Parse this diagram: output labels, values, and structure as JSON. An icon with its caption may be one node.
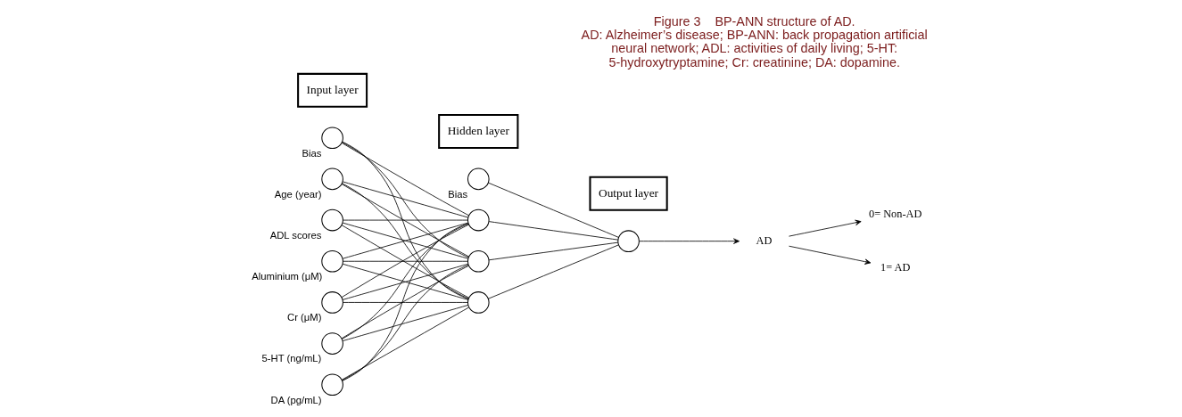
{
  "diagram": {
    "title": "Figure 3    BP-ANN structure of AD.",
    "caption": "AD: Alzheimer’s disease; BP-ANN: back propagation artificial neural network; ADL: activities of daily living; 5-HT: 5-hydroxytryptamine; Cr: creatinine; DA: dopamine.",
    "nodes": [
      {
        "text": [
          "Input layer"
        ]
      },
      {
        "text": [],
        "shape": "circle",
        "beside": [
          "Bias"
        ]
      },
      {
        "text": [],
        "shape": "circle",
        "beside": [
          "Age (year)"
        ]
      },
      {
        "text": [],
        "shape": "circle",
        "beside": [
          "ADL scores"
        ]
      },
      {
        "text": [],
        "shape": "circle",
        "beside": [
          "Aluminium (μM)"
        ]
      },
      {
        "text": [],
        "shape": "circle",
        "beside": [
          "Cr (μM)"
        ]
      },
      {
        "text": [],
        "shape": "circle",
        "beside": [
          "5-HT (ng/mL)"
        ]
      },
      {
        "text": [],
        "shape": "circle",
        "beside": [
          "DA (pg/mL)"
        ]
      },
      {
        "text": [
          "Hidden layer"
        ]
      },
      {
        "text": [],
        "shape": "circle",
        "beside": [
          "Bias"
        ]
      },
      {
        "text": [],
        "shape": "circle"
      },
      {
        "text": [],
        "shape": "circle"
      },
      {
        "text": [],
        "shape": "circle"
      },
      {
        "text": [
          "Output layer"
        ]
      },
      {
        "text": [],
        "shape": "circle"
      },
      {
        "text": [
          "AD"
        ]
      },
      {
        "text": [
          "0= Non-AD"
        ]
      },
      {
        "text": [
          "1= AD"
        ]
      }
    ],
    "edges": [
      {
        "from": 1,
        "to": 10,
        "arrow": "none"
      },
      {
        "from": 1,
        "to": 11,
        "arrow": "none"
      },
      {
        "from": 1,
        "to": 12,
        "arrow": "none"
      },
      {
        "from": 2,
        "to": 10,
        "arrow": "none"
      },
      {
        "from": 2,
        "to": 11,
        "arrow": "none"
      },
      {
        "from": 2,
        "to": 12,
        "arrow": "none"
      },
      {
        "from": 3,
        "to": 10,
        "arrow": "none"
      },
      {
        "from": 3,
        "to": 11,
        "arrow": "none"
      },
      {
        "from": 3,
        "to": 12,
        "arrow": "none"
      },
      {
        "from": 4,
        "to": 10,
        "arrow": "none"
      },
      {
        "from": 4,
        "to": 11,
        "arrow": "none"
      },
      {
        "from": 4,
        "to": 12,
        "arrow": "none"
      },
      {
        "from": 5,
        "to": 10,
        "arrow": "none"
      },
      {
        "from": 5,
        "to": 11,
        "arrow": "none"
      },
      {
        "from": 5,
        "to": 12,
        "arrow": "none"
      },
      {
        "from": 6,
        "to": 10,
        "arrow": "none"
      },
      {
        "from": 6,
        "to": 11,
        "arrow": "none"
      },
      {
        "from": 6,
        "to": 12,
        "arrow": "none"
      },
      {
        "from": 7,
        "to": 10,
        "arrow": "none"
      },
      {
        "from": 7,
        "to": 11,
        "arrow": "none"
      },
      {
        "from": 7,
        "to": 12,
        "arrow": "none"
      },
      {
        "from": 9,
        "to": 14,
        "arrow": "none"
      },
      {
        "from": 10,
        "to": 14,
        "arrow": "none"
      },
      {
        "from": 11,
        "to": 14,
        "arrow": "none"
      },
      {
        "from": 12,
        "to": 14,
        "arrow": "none"
      },
      {
        "from": 14,
        "to": 15,
        "arrow": "to"
      },
      {
        "from": 15,
        "to": 16,
        "arrow": "to"
      },
      {
        "from": 15,
        "to": 17,
        "arrow": "to"
      }
    ]
  }
}
